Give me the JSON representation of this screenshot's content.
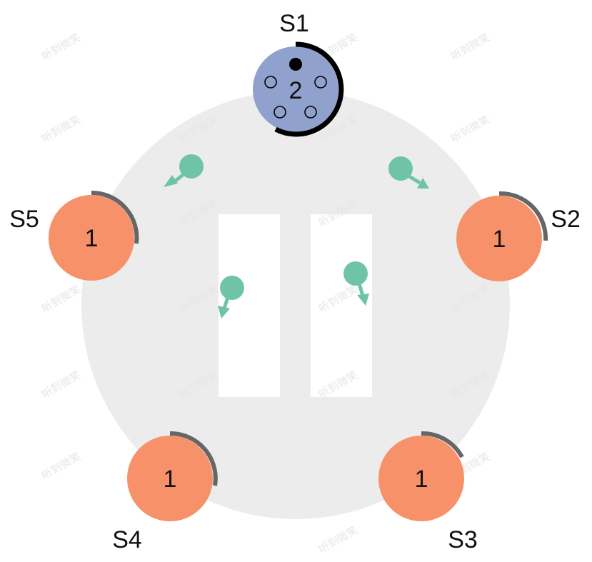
{
  "colors": {
    "cluster_background": "#ececec",
    "leader_fill": "#8fa1cc",
    "follower_fill": "#f79169",
    "timeout_arc_leader": "#000000",
    "timeout_arc_follower": "#666666",
    "message": "#6fc3a8",
    "partition": "#ffffff"
  },
  "servers": {
    "s1": {
      "label": "S1",
      "term": "2",
      "role": "leader"
    },
    "s2": {
      "label": "S2",
      "term": "1",
      "role": "follower"
    },
    "s3": {
      "label": "S3",
      "term": "1",
      "role": "follower"
    },
    "s4": {
      "label": "S4",
      "term": "1",
      "role": "follower"
    },
    "s5": {
      "label": "S5",
      "term": "1",
      "role": "follower"
    }
  },
  "watermark": {
    "text": "听到微笑"
  }
}
